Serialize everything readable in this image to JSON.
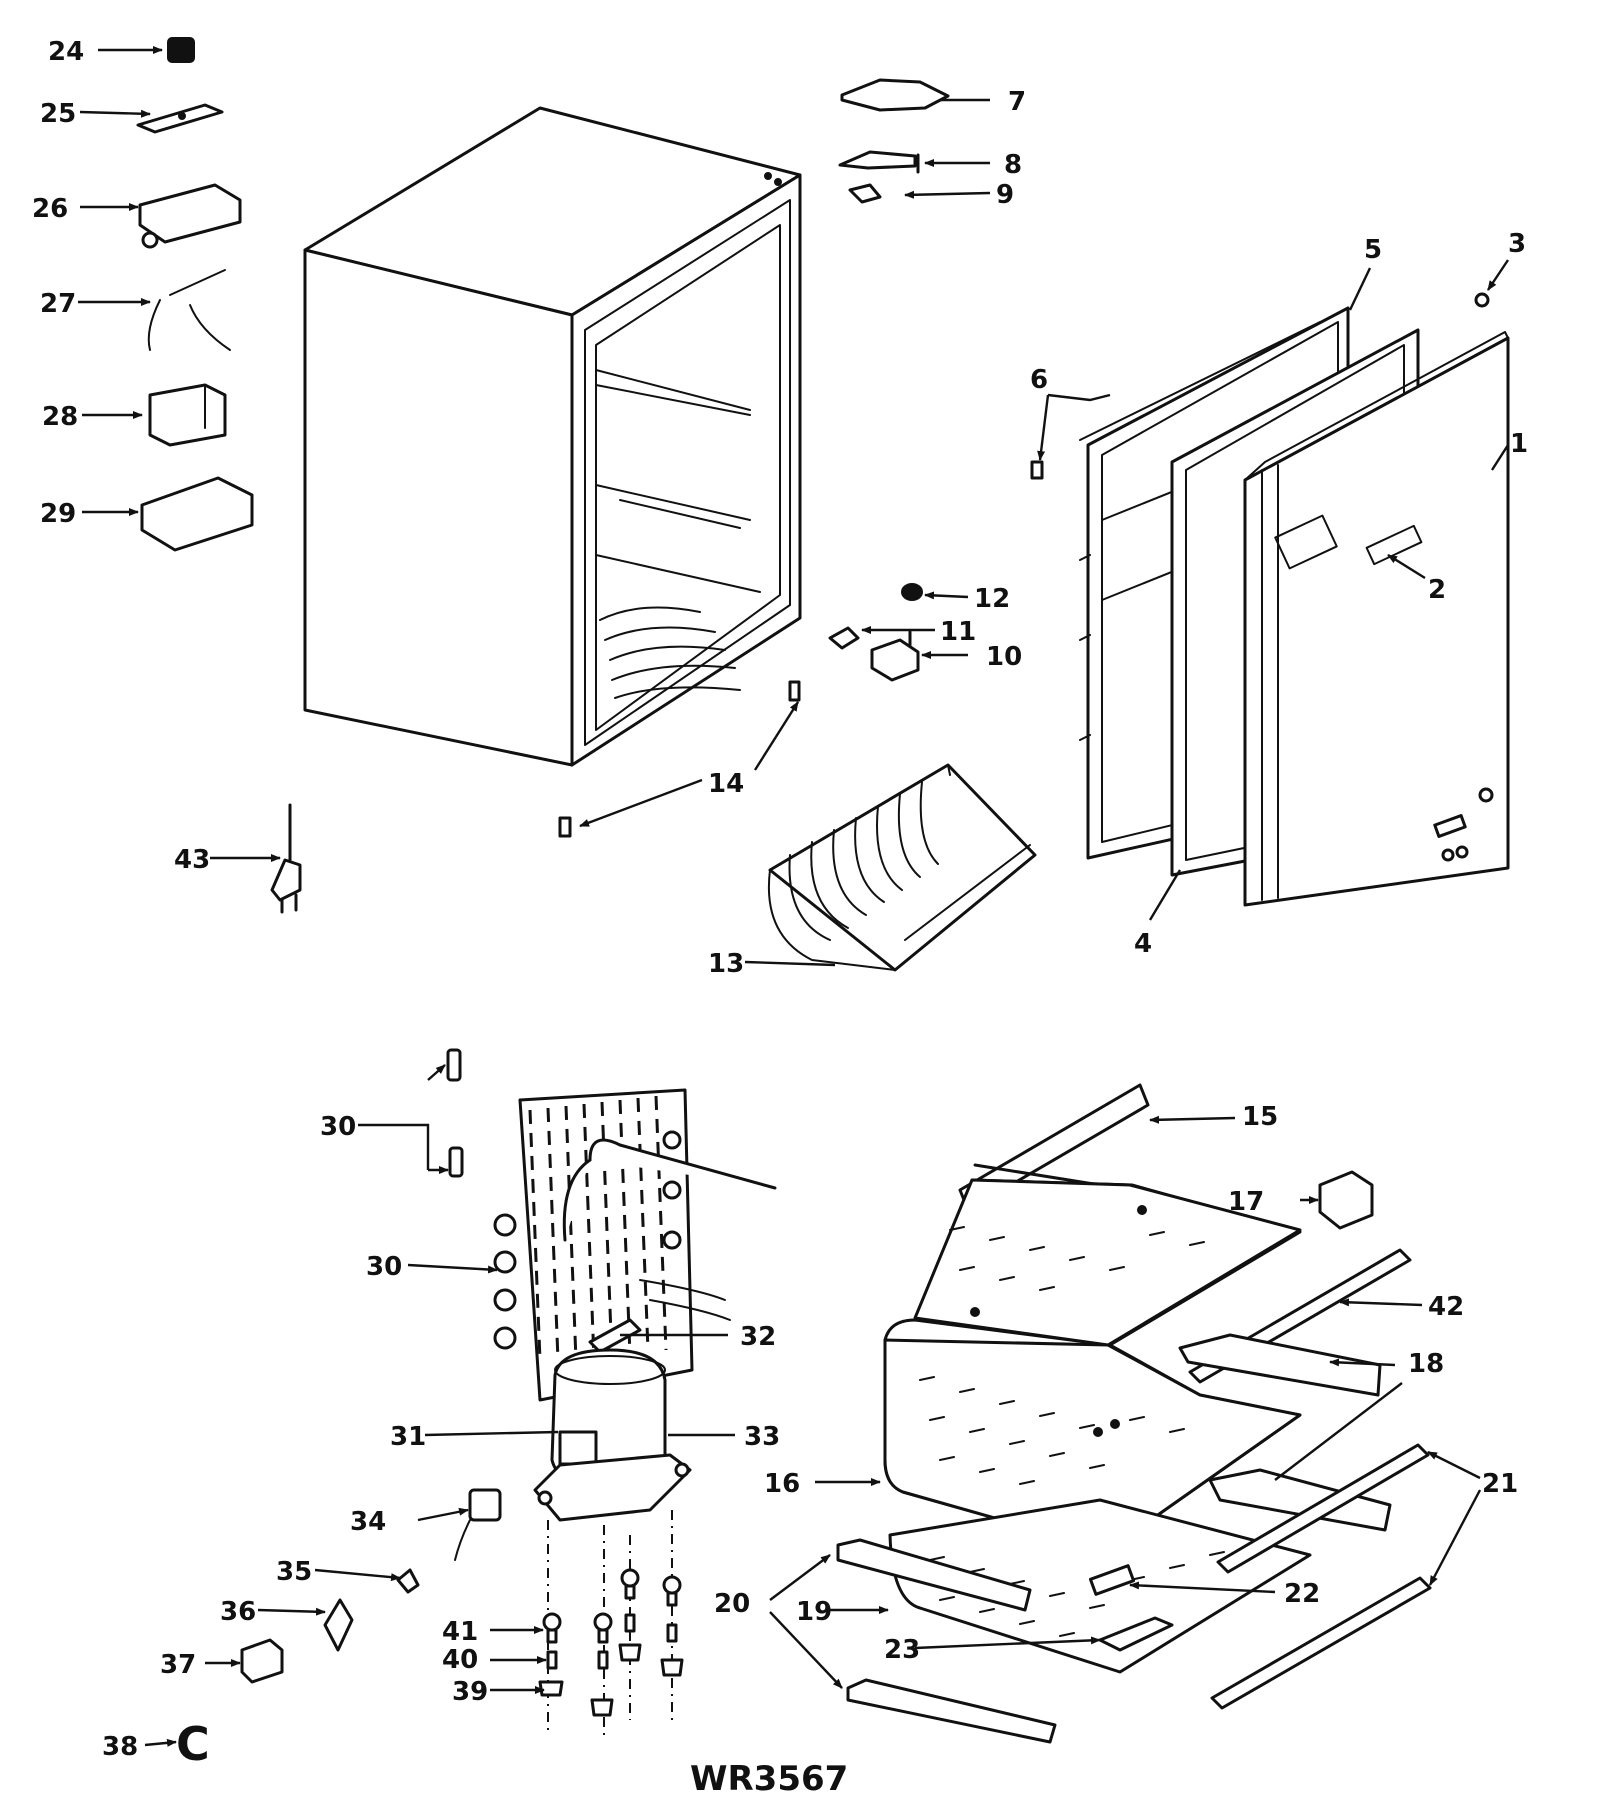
{
  "drawing_code": "WR3567",
  "colors": {
    "ink": "#111111",
    "paper": "#ffffff"
  },
  "callouts": {
    "c1": "1",
    "c2": "2",
    "c3": "3",
    "c4": "4",
    "c5": "5",
    "c6": "6",
    "c7": "7",
    "c8": "8",
    "c9": "9",
    "c10": "10",
    "c11": "11",
    "c12": "12",
    "c13": "13",
    "c14": "14",
    "c15": "15",
    "c16": "16",
    "c17": "17",
    "c18": "18",
    "c19": "19",
    "c20": "20",
    "c21": "21",
    "c22": "22",
    "c23": "23",
    "c24": "24",
    "c25": "25",
    "c26": "26",
    "c27": "27",
    "c28": "28",
    "c29": "29",
    "c30a": "30",
    "c30b": "30",
    "c31": "31",
    "c32": "32",
    "c33": "33",
    "c34": "34",
    "c35": "35",
    "c36": "36",
    "c37": "37",
    "c38": "38",
    "c39": "39",
    "c40": "40",
    "c41": "41",
    "c42": "42",
    "c43": "43"
  }
}
